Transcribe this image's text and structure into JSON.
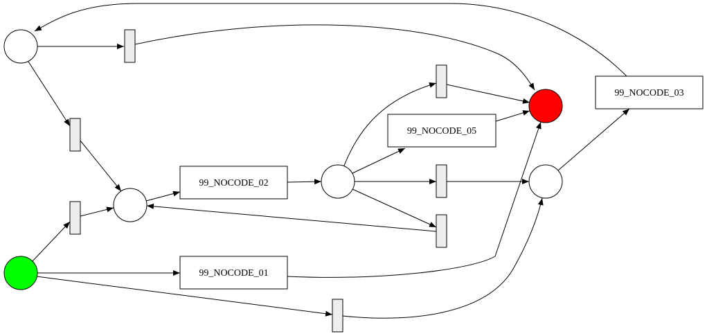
{
  "diagram": {
    "type": "petri-net",
    "colors": {
      "start_place": "#00ff00",
      "end_place": "#ff0000",
      "place": "#ffffff",
      "silent_transition": "#eeeeee",
      "labeled_transition": "#ffffff",
      "stroke": "#000000"
    },
    "places": [
      {
        "id": "p_start",
        "role": "start"
      },
      {
        "id": "p_end",
        "role": "end"
      },
      {
        "id": "p_top_left",
        "role": "place"
      },
      {
        "id": "p_mid_left",
        "role": "place"
      },
      {
        "id": "p_center",
        "role": "place"
      },
      {
        "id": "p_right",
        "role": "place"
      }
    ],
    "transitions": [
      {
        "id": "t_nocode_01",
        "label": "99_NOCODE_01"
      },
      {
        "id": "t_nocode_02",
        "label": "99_NOCODE_02"
      },
      {
        "id": "t_nocode_03",
        "label": "99_NOCODE_03"
      },
      {
        "id": "t_nocode_05",
        "label": "99_NOCODE_05"
      },
      {
        "id": "t_silent_top",
        "label": ""
      },
      {
        "id": "t_silent_left_upper",
        "label": ""
      },
      {
        "id": "t_silent_left_lower",
        "label": ""
      },
      {
        "id": "t_silent_center_top",
        "label": ""
      },
      {
        "id": "t_silent_center_mid",
        "label": ""
      },
      {
        "id": "t_silent_center_low",
        "label": ""
      },
      {
        "id": "t_silent_bottom",
        "label": ""
      }
    ],
    "arcs": [
      {
        "from": "p_start",
        "to": "t_silent_left_lower"
      },
      {
        "from": "p_start",
        "to": "t_nocode_01"
      },
      {
        "from": "p_start",
        "to": "t_silent_bottom"
      },
      {
        "from": "t_silent_left_lower",
        "to": "p_mid_left"
      },
      {
        "from": "p_top_left",
        "to": "t_silent_top"
      },
      {
        "from": "p_top_left",
        "to": "t_silent_left_upper"
      },
      {
        "from": "t_silent_left_upper",
        "to": "p_mid_left"
      },
      {
        "from": "t_silent_top",
        "to": "p_end"
      },
      {
        "from": "p_mid_left",
        "to": "t_nocode_02"
      },
      {
        "from": "t_nocode_02",
        "to": "p_center"
      },
      {
        "from": "p_center",
        "to": "t_silent_center_top"
      },
      {
        "from": "p_center",
        "to": "t_nocode_05"
      },
      {
        "from": "p_center",
        "to": "t_silent_center_mid"
      },
      {
        "from": "p_center",
        "to": "t_silent_center_low"
      },
      {
        "from": "t_silent_center_low",
        "to": "p_mid_left"
      },
      {
        "from": "t_silent_center_top",
        "to": "p_end"
      },
      {
        "from": "t_nocode_05",
        "to": "p_end"
      },
      {
        "from": "t_silent_center_mid",
        "to": "p_right"
      },
      {
        "from": "t_nocode_01",
        "to": "p_end"
      },
      {
        "from": "t_silent_bottom",
        "to": "p_right"
      },
      {
        "from": "p_right",
        "to": "t_nocode_03"
      },
      {
        "from": "t_nocode_03",
        "to": "p_top_left"
      }
    ]
  }
}
